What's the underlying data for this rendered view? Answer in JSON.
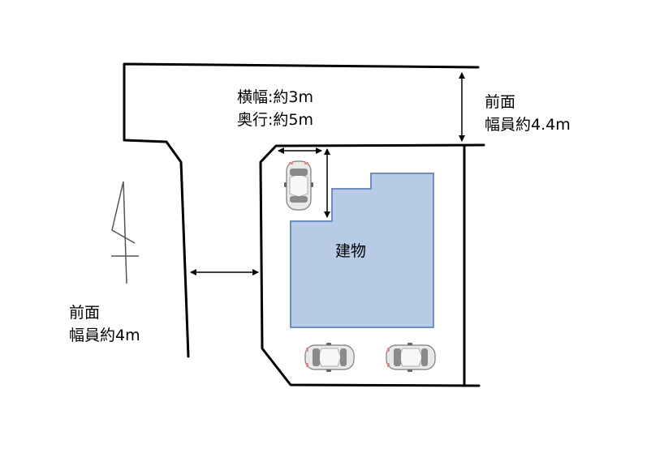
{
  "labels": {
    "parking_width": "横幅:約3m",
    "parking_depth": "奥行:約5m",
    "road_right_line1": "前面",
    "road_right_line2": "幅員約4.4m",
    "road_left_line1": "前面",
    "road_left_line2": "幅員約4m",
    "building": "建物"
  },
  "colors": {
    "line": "#000000",
    "building_fill": "#b7cbe6",
    "building_stroke": "#6e8fbd",
    "car_body": "#e9e9e9",
    "car_glass": "#8a8a8a"
  },
  "icons": [
    "north-arrow-icon",
    "car-icon"
  ]
}
